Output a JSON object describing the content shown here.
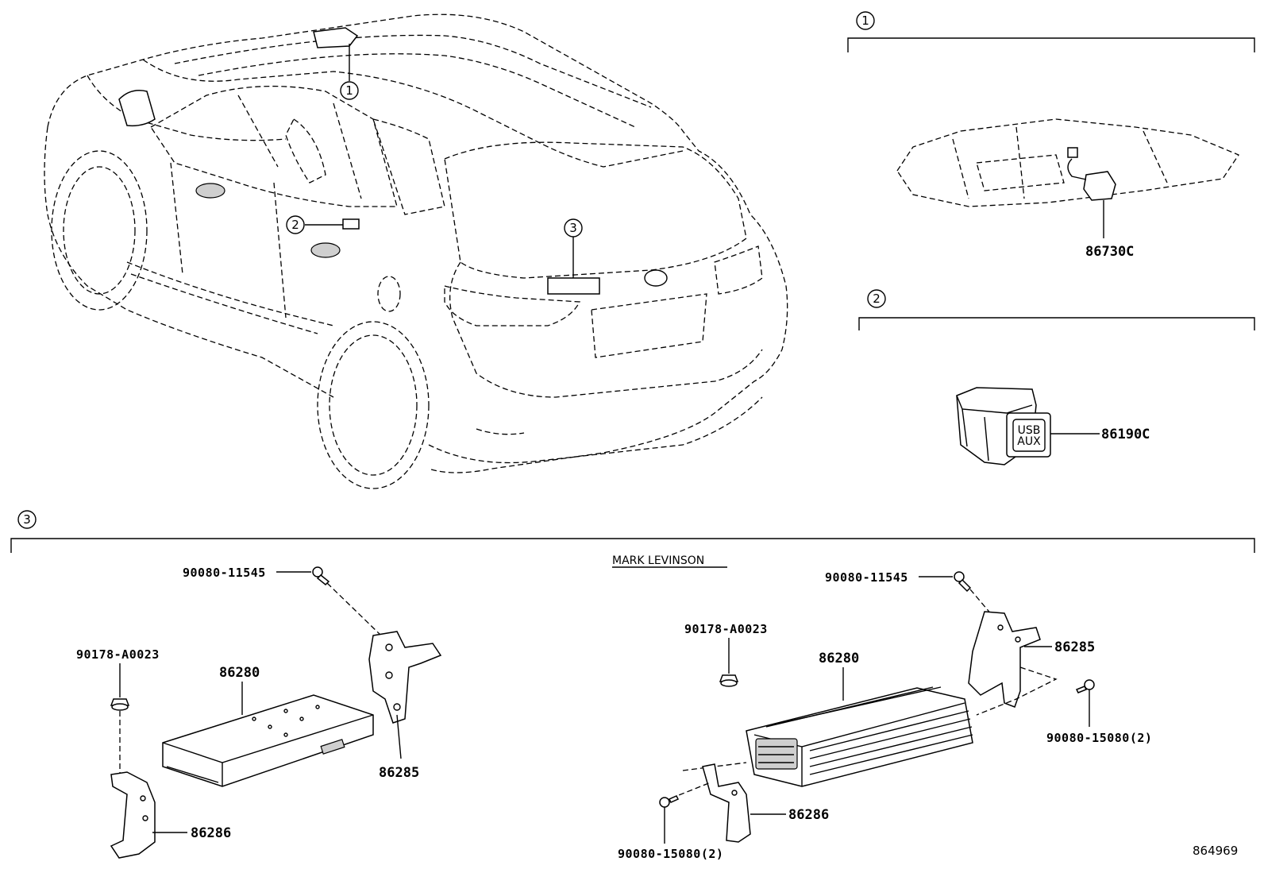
{
  "sections": [
    {
      "id": "1",
      "marker": "1"
    },
    {
      "id": "2",
      "marker": "2"
    },
    {
      "id": "3",
      "marker": "3"
    }
  ],
  "callouts_on_vehicle": [
    "1",
    "2",
    "3"
  ],
  "section_1": {
    "parts": [
      "86730C"
    ]
  },
  "section_2": {
    "parts": [
      "86190C"
    ],
    "switch_text": [
      "USB",
      "AUX"
    ]
  },
  "section_3": {
    "variant_caption": "MARK LEVINSON",
    "left_group": {
      "bolt_top": "90080-11545",
      "nut": "90178-A0023",
      "amplifier": "86280",
      "bracket_right": "86285",
      "bracket_left": "86286"
    },
    "right_group": {
      "bolt_top": "90080-11545",
      "nut": "90178-A0023",
      "amplifier": "86280",
      "bracket_right": "86285",
      "bolt_right": "90080-15080(2)",
      "bracket_left": "86286",
      "bolt_left": "90080-15080(2)"
    }
  },
  "illustration_number": "864969"
}
